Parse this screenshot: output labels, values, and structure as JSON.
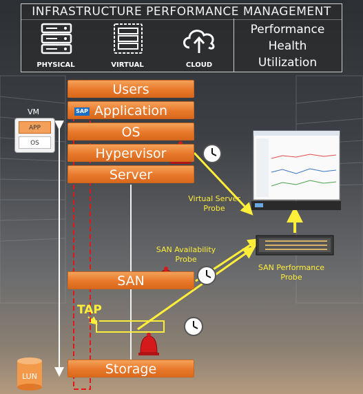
{
  "header": {
    "title": "INFRASTRUCTURE PERFORMANCE MANAGEMENT",
    "categories": [
      "PHYSICAL",
      "VIRTUAL",
      "CLOUD"
    ],
    "metrics": [
      "Performance",
      "Health",
      "Utilization"
    ]
  },
  "stack": {
    "layers": [
      "Users",
      "Application",
      "OS",
      "Hypervisor",
      "Server"
    ],
    "san": "SAN",
    "storage": "Storage",
    "sap_badge": "SAP"
  },
  "vm": {
    "label": "VM",
    "app": "APP",
    "os": "OS"
  },
  "probes": {
    "virtual_server": [
      "Virtual Server",
      "Probe"
    ],
    "san_availability": [
      "SAN Availability",
      "Probe"
    ],
    "san_performance": [
      "SAN Performance",
      "Probe"
    ]
  },
  "tap": "TAP",
  "lun": "LUN",
  "colors": {
    "layer_orange": "#e8782a",
    "probe_yellow": "#ffef3a",
    "alarm_red": "#d41a1a"
  }
}
